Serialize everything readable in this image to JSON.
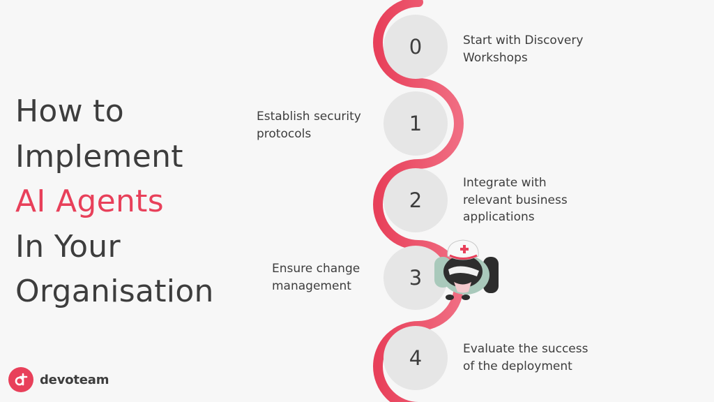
{
  "heading": {
    "line1": "How to",
    "line2": "Implement",
    "line3": "AI Agents",
    "line4": "In Your",
    "line5": "Organisation"
  },
  "steps": [
    {
      "number": "0",
      "label": "Start with Discovery Workshops"
    },
    {
      "number": "1",
      "label": "Establish security protocols"
    },
    {
      "number": "2",
      "label": "Integrate with relevant business applications"
    },
    {
      "number": "3",
      "label": "Ensure change management"
    },
    {
      "number": "4",
      "label": "Evaluate the success of the deployment"
    }
  ],
  "brand": {
    "name": "devoteam"
  },
  "colors": {
    "accent": "#e8405a",
    "circle": "#e6e6e6",
    "text": "#3d3d3d",
    "background": "#f7f7f7"
  },
  "icons": [
    "devoteam-logo-icon",
    "nurse-character-icon"
  ]
}
